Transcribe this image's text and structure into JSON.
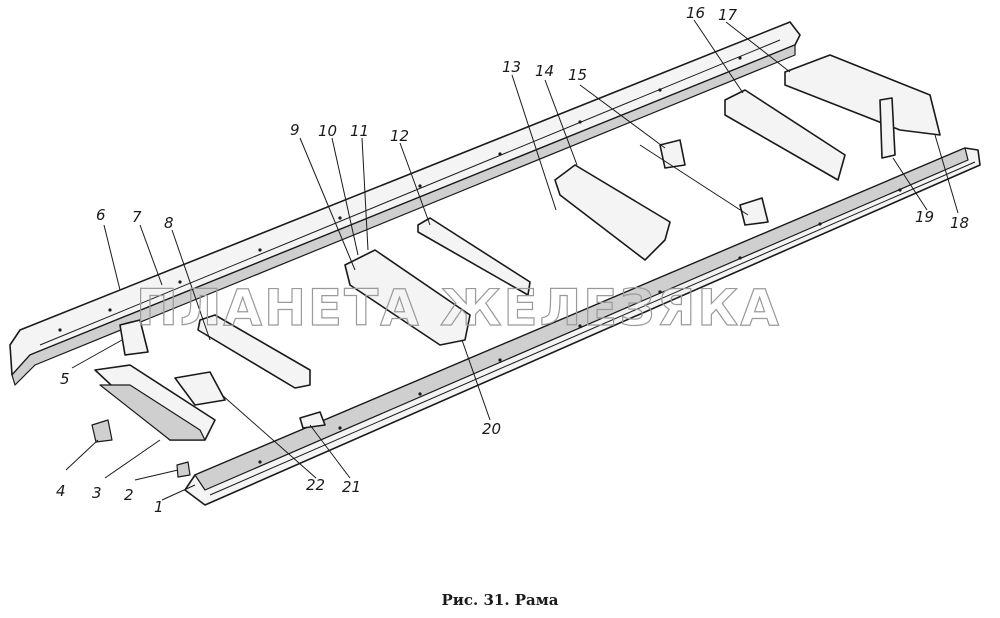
{
  "figure": {
    "caption": "Рис. 31. Рама",
    "watermark": "ПЛАНЕТА ЖЕЛЕЗЯКА",
    "part_numbers": [
      "1",
      "2",
      "3",
      "4",
      "5",
      "6",
      "7",
      "8",
      "9",
      "10",
      "11",
      "12",
      "13",
      "14",
      "15",
      "16",
      "17",
      "18",
      "19",
      "20",
      "21",
      "22"
    ]
  }
}
